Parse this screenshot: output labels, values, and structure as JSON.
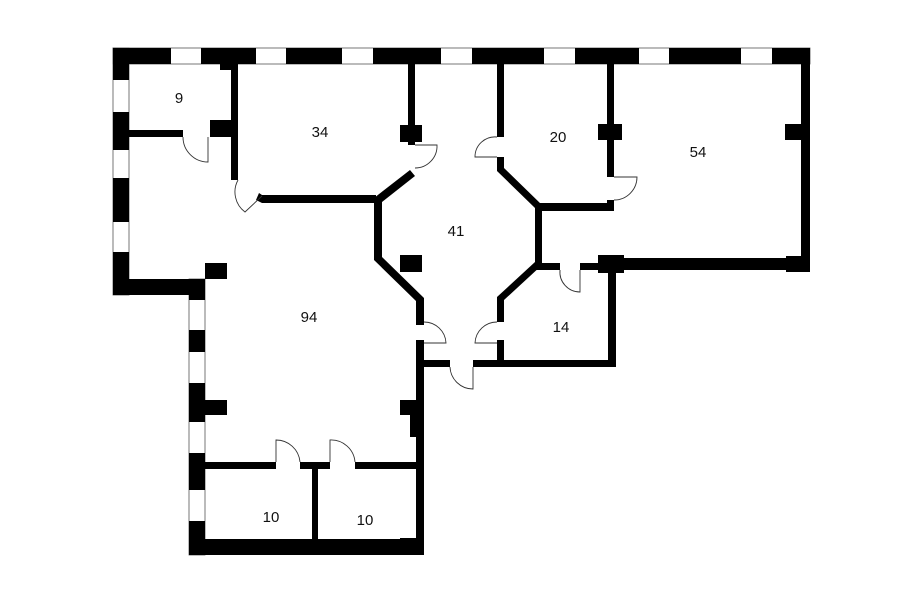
{
  "plan": {
    "wall_color": "#000000",
    "background": "#ffffff",
    "rooms": [
      {
        "id": "room-9",
        "label": "9"
      },
      {
        "id": "room-34",
        "label": "34"
      },
      {
        "id": "room-20",
        "label": "20"
      },
      {
        "id": "room-54",
        "label": "54"
      },
      {
        "id": "room-41",
        "label": "41"
      },
      {
        "id": "room-94",
        "label": "94"
      },
      {
        "id": "room-14",
        "label": "14"
      },
      {
        "id": "room-10a",
        "label": "10"
      },
      {
        "id": "room-10b",
        "label": "10"
      }
    ]
  }
}
